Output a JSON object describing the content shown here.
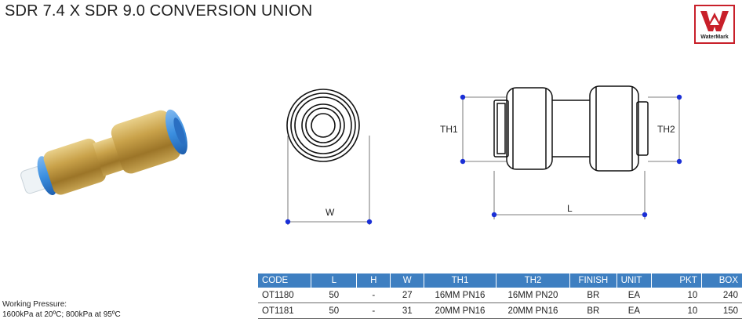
{
  "title": "SDR 7.4 X SDR 9.0 CONVERSION UNION",
  "logo": {
    "text": "WaterMark",
    "color": "#c8202a"
  },
  "dimensions": {
    "w": "W",
    "l": "L",
    "th1": "TH1",
    "th2": "TH2"
  },
  "pressure": {
    "line1": "Working Pressure:",
    "line2": "1600kPa at 20ºC; 800kPa at 95ºC"
  },
  "table": {
    "headers": [
      "CODE",
      "L",
      "H",
      "W",
      "TH1",
      "TH2",
      "FINISH",
      "UNIT",
      "PKT",
      "BOX"
    ],
    "rows": [
      [
        "OT1180",
        "50",
        "-",
        "27",
        "16MM PN16",
        "16MM PN20",
        "BR",
        "EA",
        "10",
        "240"
      ],
      [
        "OT1181",
        "50",
        "-",
        "31",
        "20MM PN16",
        "20MM PN16",
        "BR",
        "EA",
        "10",
        "150"
      ]
    ]
  },
  "colors": {
    "header_bg": "#3e7fc1",
    "dimension_dot": "#1a2fd6",
    "brass": "#c9a24a",
    "blue_ring": "#3b8fe0"
  }
}
